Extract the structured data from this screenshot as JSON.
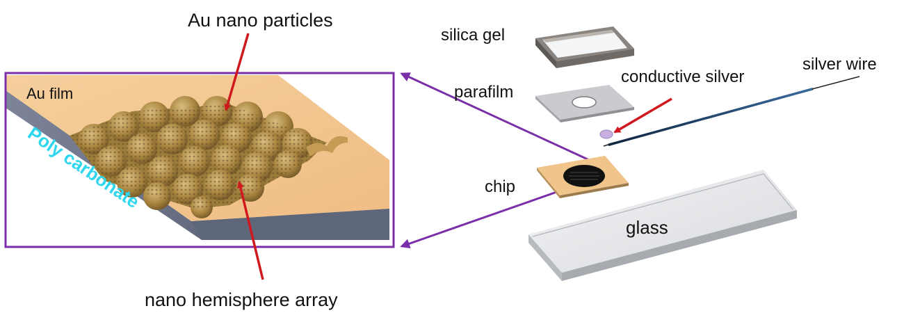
{
  "labels": {
    "au_nano_particles": "Au nano particles",
    "au_film": "Au film",
    "poly_carbonate": "Poly carbonate",
    "nano_hemisphere_array": "nano hemisphere array",
    "silica_gel": "silica gel",
    "parafilm": "parafilm",
    "conductive_silver": "conductive silver",
    "silver_wire": "silver wire",
    "chip": "chip",
    "glass": "glass"
  },
  "colors": {
    "frame": "#7a2fa8",
    "pointer_arrow": "#d0191f",
    "au_film": "#f2c48e",
    "polycarbonate_side": "#5d6478",
    "polycarbonate_label": "#2ed7ee",
    "nanoparticle": "#b8934e",
    "silver_wire": "#1d3f66",
    "conductive_silver_dot": "#c9aee0"
  }
}
